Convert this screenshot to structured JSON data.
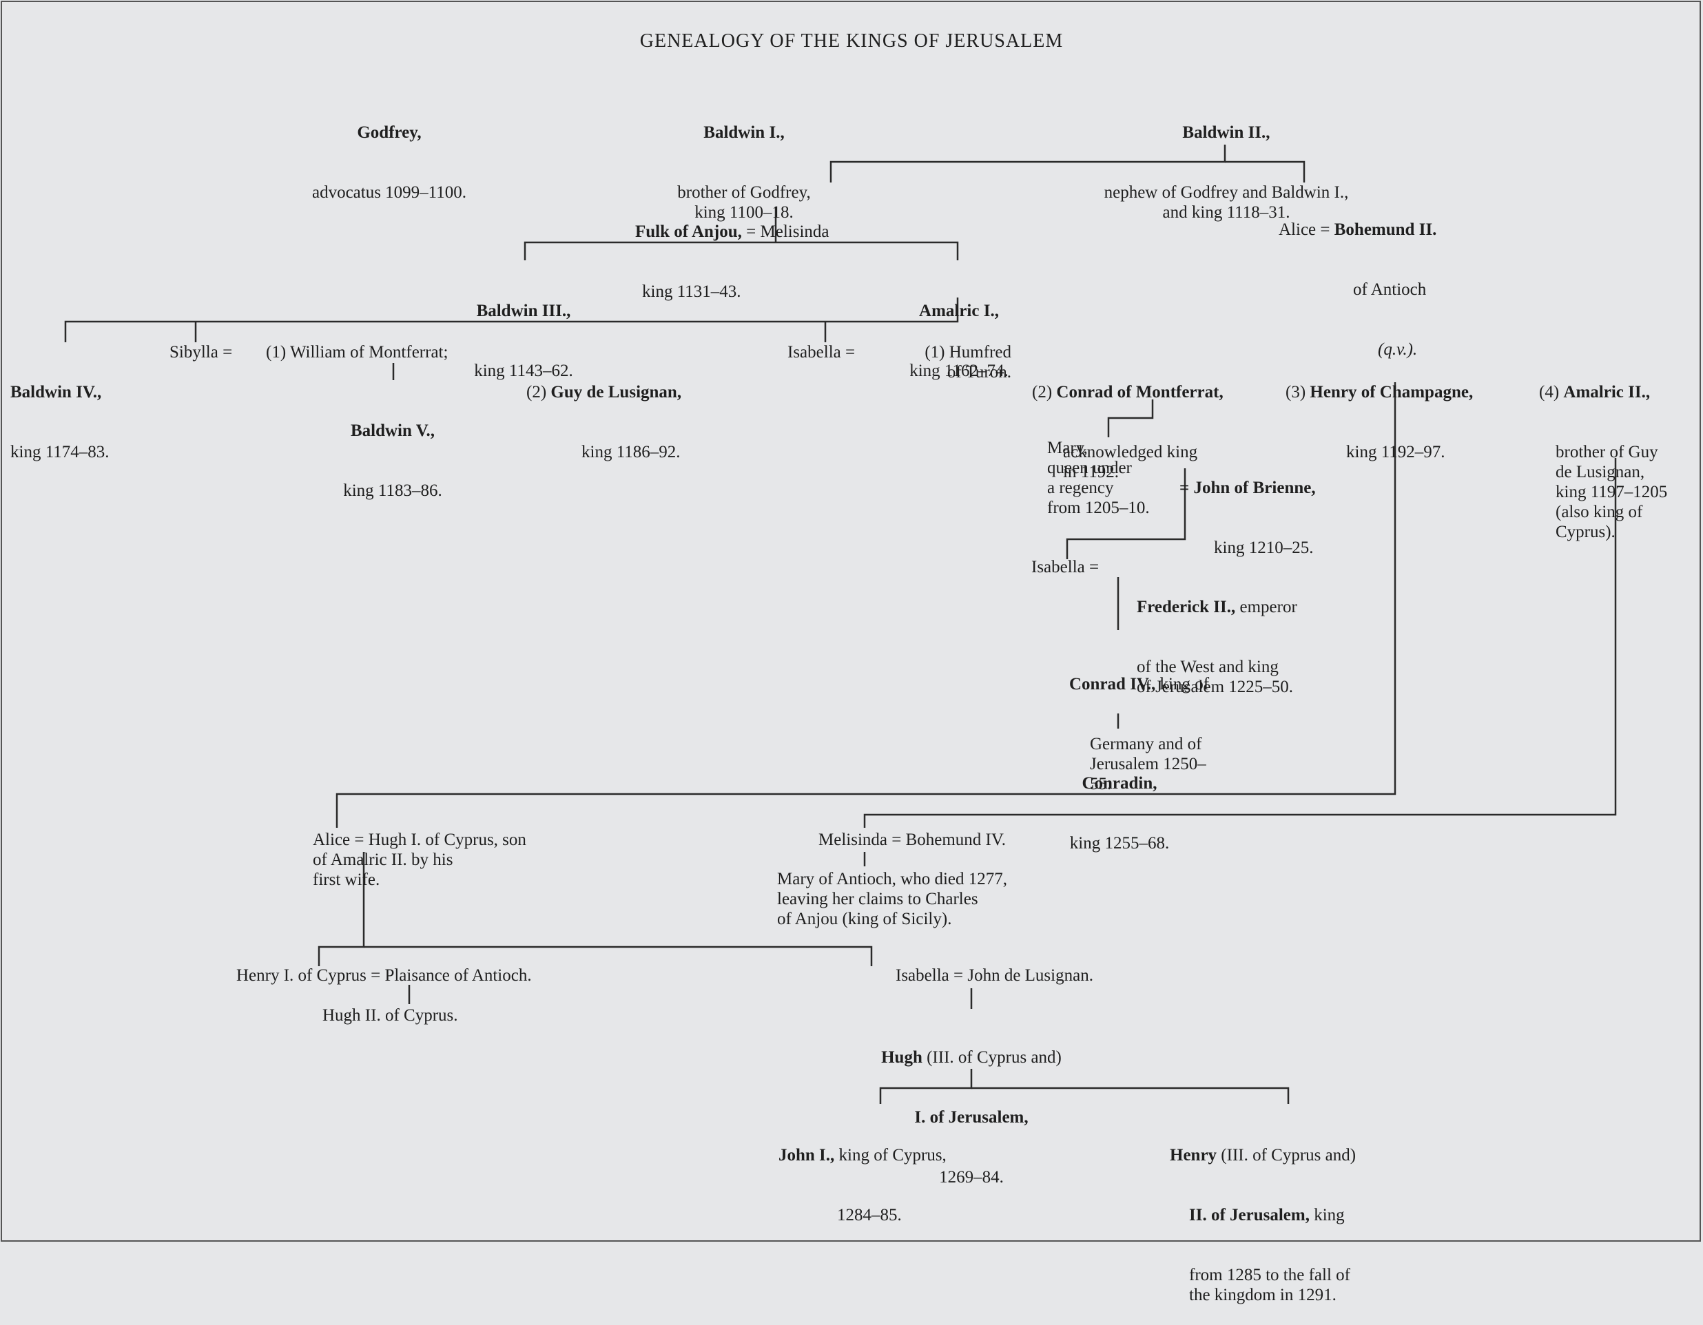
{
  "title": "GENEALOGY OF THE KINGS OF JERUSALEM",
  "nodes": {
    "godfrey": {
      "name": "Godfrey,",
      "desc": "advocatus 1099–1100."
    },
    "baldwin1": {
      "name": "Baldwin I.,",
      "desc": "brother of Godfrey,\nking 1100–18."
    },
    "baldwin2": {
      "name": "Baldwin II.,",
      "desc": "nephew of Godfrey and Baldwin I.,\nand king 1118–31."
    },
    "fulk": {
      "name": "Fulk of Anjou,",
      "spouse_text": " = Melisinda",
      "desc": "king 1131–43."
    },
    "alice1": {
      "name": "Alice",
      "spouse_name": "Bohemund II.",
      "desc": "of Antioch",
      "ref": "(q.v.)."
    },
    "baldwin3": {
      "name": "Baldwin III.,",
      "desc": "king 1143–62."
    },
    "amalric1": {
      "name": "Amalric I.,",
      "desc": "king 1162–74."
    },
    "baldwin4": {
      "name": "Baldwin IV.,",
      "desc": "king 1174–83."
    },
    "sibylla": {
      "name": "Sibylla ="
    },
    "william": {
      "text": "(1) William of Montferrat;"
    },
    "baldwin5": {
      "name": "Baldwin V.,",
      "desc": "king 1183–86."
    },
    "guy": {
      "prefix": "(2) ",
      "name": "Guy de Lusignan,",
      "desc": "king 1186–92."
    },
    "isabella1": {
      "name": "Isabella ="
    },
    "humfred": {
      "text": "(1) Humfred\nof Turon."
    },
    "conrad": {
      "prefix": "(2) ",
      "name": "Conrad of Montferrat,",
      "desc": "acknowledged king\nin 1192."
    },
    "henry_ch": {
      "prefix": "(3) ",
      "name": "Henry of Champagne,",
      "desc": "king 1192–97."
    },
    "amalric2": {
      "prefix": "(4) ",
      "name": "Amalric II.,",
      "desc": "brother of Guy\nde Lusignan,\nking 1197–1205\n(also king of\nCyprus)."
    },
    "mary": {
      "text": "Mary,\nqueen under\na regency\nfrom 1205–10."
    },
    "john_b": {
      "name": "= John of Brienne,",
      "desc": "king 1210–25."
    },
    "isabella2": {
      "name": "Isabella ="
    },
    "frederick": {
      "name": "Frederick II.,",
      "desc1": " emperor",
      "desc": "of the West and king\nof Jerusalem 1225–50."
    },
    "conrad4": {
      "name": "Conrad IV.,",
      "desc1": " king of",
      "desc": "Germany and of\nJerusalem 1250–\n55."
    },
    "conradin": {
      "name": "Conradin,",
      "desc": "king 1255–68."
    },
    "alice2": {
      "text": "Alice = Hugh I. of Cyprus, son\nof Amalric II. by his\nfirst wife."
    },
    "melisinda2": {
      "text": "Melisinda = Bohemund IV."
    },
    "mary_ant": {
      "text": "Mary of Antioch, who died 1277,\nleaving her claims to Charles\nof Anjou (king of Sicily)."
    },
    "henry1": {
      "text": "Henry I. of Cyprus = Plaisance of Antioch."
    },
    "hugh2": {
      "text": "Hugh II. of Cyprus."
    },
    "isabella3": {
      "text": "Isabella = John de Lusignan."
    },
    "hugh3": {
      "name": "Hugh",
      "desc1": " (III. of Cyprus and)",
      "name2": "I. of Jerusalem,",
      "desc": "1269–84."
    },
    "john1": {
      "name": "John I.,",
      "desc1": " king of Cyprus,",
      "desc": "1284–85."
    },
    "henry2": {
      "name": "Henry",
      "desc1": " (III. of Cyprus and)",
      "name2": "II. of Jerusalem,",
      "desc2": " king",
      "desc": "from 1285 to the fall of\nthe kingdom in 1291."
    }
  }
}
